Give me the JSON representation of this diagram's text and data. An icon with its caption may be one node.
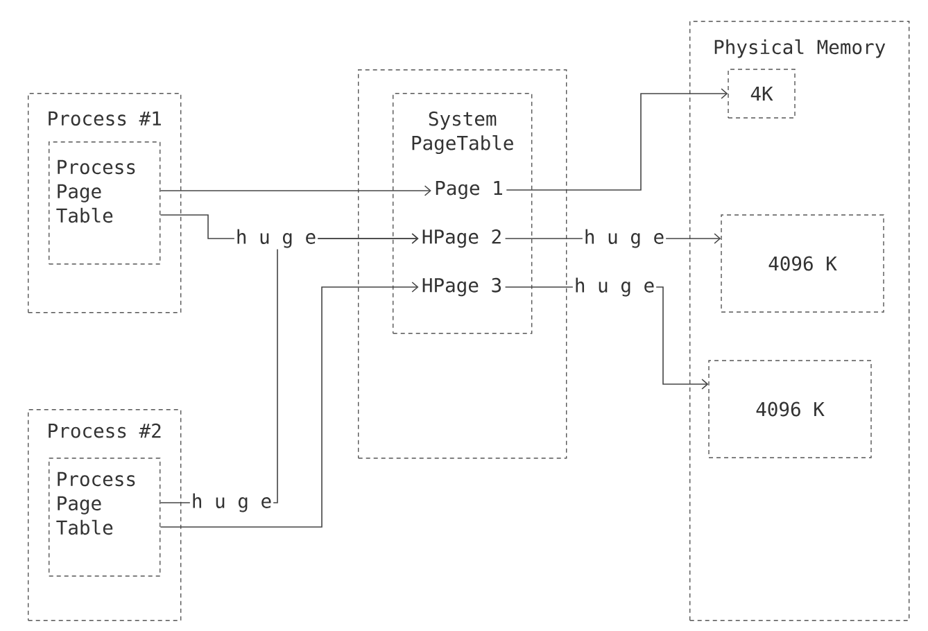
{
  "diagram": {
    "nodes": [
      {
        "text": [
          "Process #1"
        ]
      },
      {
        "text": [
          "Process Page Table"
        ],
        "in": 0
      },
      {
        "text": [],
        "shape": "box"
      },
      {
        "text": [
          "System PageTable"
        ],
        "in": 2
      },
      {
        "text": [
          "Page 1"
        ],
        "in": 3
      },
      {
        "text": [
          "HPage 2"
        ],
        "in": 3
      },
      {
        "text": [
          "HPage 3"
        ],
        "in": 3
      },
      {
        "text": [
          "Physical Memory"
        ]
      },
      {
        "text": [
          "4K"
        ],
        "in": 7
      },
      {
        "text": [
          "4096 K"
        ],
        "in": 7
      },
      {
        "text": [
          "4096 K"
        ],
        "in": 7
      },
      {
        "text": [
          "Process #2"
        ]
      },
      {
        "text": [
          "Process Page Table"
        ],
        "in": 11
      }
    ],
    "edges": [
      {
        "from": 1,
        "to": 4,
        "arrow": "to"
      },
      {
        "from": 1,
        "to": 5,
        "arrow": "to",
        "label": "h u g e"
      },
      {
        "from": 12,
        "to": 5,
        "arrow": "to",
        "label": "h u g e"
      },
      {
        "from": 12,
        "to": 6,
        "arrow": "to"
      },
      {
        "from": 4,
        "to": 8,
        "arrow": "to"
      },
      {
        "from": 5,
        "to": 9,
        "arrow": "to",
        "label": "h u g e"
      },
      {
        "from": 6,
        "to": 10,
        "arrow": "to",
        "label": "h u g e"
      }
    ]
  }
}
